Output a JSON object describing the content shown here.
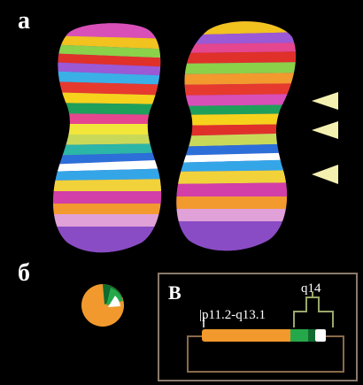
{
  "labels": {
    "panel_a": "а",
    "panel_b": "б",
    "panel_v": "В",
    "region_p": "|p11.2-q13.1",
    "region_q": "q14"
  },
  "colors": {
    "background": "#000000",
    "orange": "#f2992e",
    "green": "#25a84a",
    "dark_green": "#0f6b2e",
    "white": "#ffffff",
    "arrowhead": "#f4f0b0",
    "inset_border": "#8a7a6a",
    "bracket": "#9aa86a"
  },
  "arrowheads": 3
}
